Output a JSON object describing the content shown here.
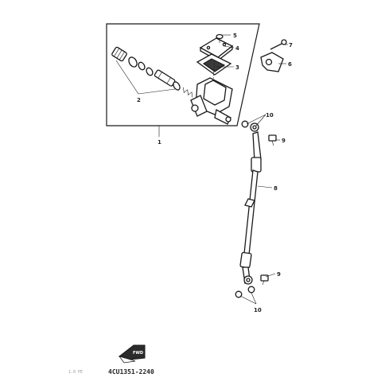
{
  "diagram": {
    "callouts": {
      "c1": "1",
      "c2": "2",
      "c3": "3",
      "c4": "4",
      "c5": "5",
      "c6": "6",
      "c7": "7",
      "c8": "8",
      "c9a": "9",
      "c9b": "9",
      "c10a": "10",
      "c10b": "10"
    },
    "part_code": "4CU1351-2240",
    "front_badge": "FWD",
    "corner_mark": "1.0 PE"
  }
}
